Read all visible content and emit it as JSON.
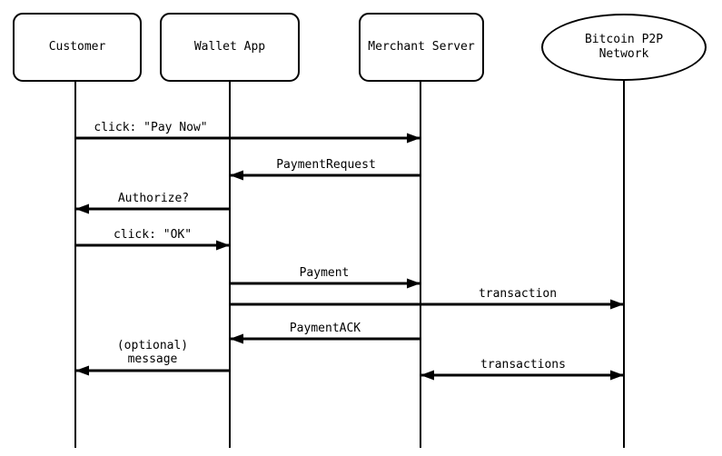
{
  "diagram": {
    "type": "sequence-diagram",
    "background_color": "#ffffff",
    "line_color": "#000000"
  },
  "participants": [
    {
      "name": "Customer",
      "shape": "rounded-rect"
    },
    {
      "name": "Wallet App",
      "shape": "rounded-rect"
    },
    {
      "name": "Merchant Server",
      "shape": "rounded-rect"
    },
    {
      "name": "Bitcoin P2P Network",
      "shape": "ellipse"
    }
  ],
  "messages": [
    {
      "label": "click: \"Pay Now\"",
      "from": "Customer",
      "to": "Merchant Server",
      "arrow": "right"
    },
    {
      "label": "PaymentRequest",
      "from": "Merchant Server",
      "to": "Wallet App",
      "arrow": "left"
    },
    {
      "label": "Authorize?",
      "from": "Wallet App",
      "to": "Customer",
      "arrow": "left"
    },
    {
      "label": "click: \"OK\"",
      "from": "Customer",
      "to": "Wallet App",
      "arrow": "right"
    },
    {
      "label": "Payment",
      "from": "Wallet App",
      "to": "Merchant Server",
      "arrow": "right"
    },
    {
      "label": "transaction",
      "from": "Wallet App",
      "to": "Bitcoin P2P Network",
      "arrow": "right"
    },
    {
      "label": "PaymentACK",
      "from": "Merchant Server",
      "to": "Wallet App",
      "arrow": "left"
    },
    {
      "label": "(optional) message",
      "from": "Wallet App",
      "to": "Customer",
      "arrow": "left"
    },
    {
      "label": "transactions",
      "from": "Merchant Server",
      "to": "Bitcoin P2P Network",
      "arrow": "both"
    }
  ]
}
